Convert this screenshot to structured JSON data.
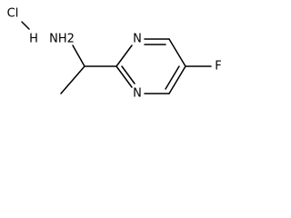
{
  "molecule": {
    "salt_label": "Cl",
    "salt_hydrogen": "H",
    "amine_label": "NH2",
    "ring_nitrogen_top": "N",
    "ring_nitrogen_bottom": "N",
    "fluorine_label": "F"
  },
  "colors": {
    "bond": "#000000",
    "text": "#000000",
    "background": "#ffffff"
  }
}
